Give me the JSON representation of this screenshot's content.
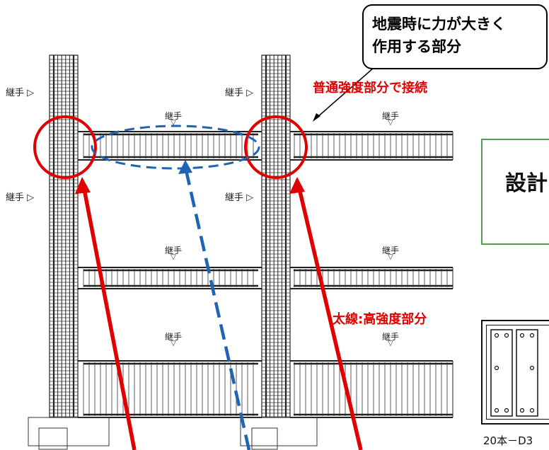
{
  "callout": {
    "line1": "地震時に力が大きく",
    "line2": "作用する部分"
  },
  "labels": {
    "joint": "継手",
    "normal_strength": "普通強度部分で接続",
    "thick_line": "太線:高強度部分",
    "design": "設計",
    "rebar": "20本－D3"
  },
  "colors": {
    "red": "#e00000",
    "blue_dash": "#1f64b4",
    "green_frame": "#50a050"
  }
}
